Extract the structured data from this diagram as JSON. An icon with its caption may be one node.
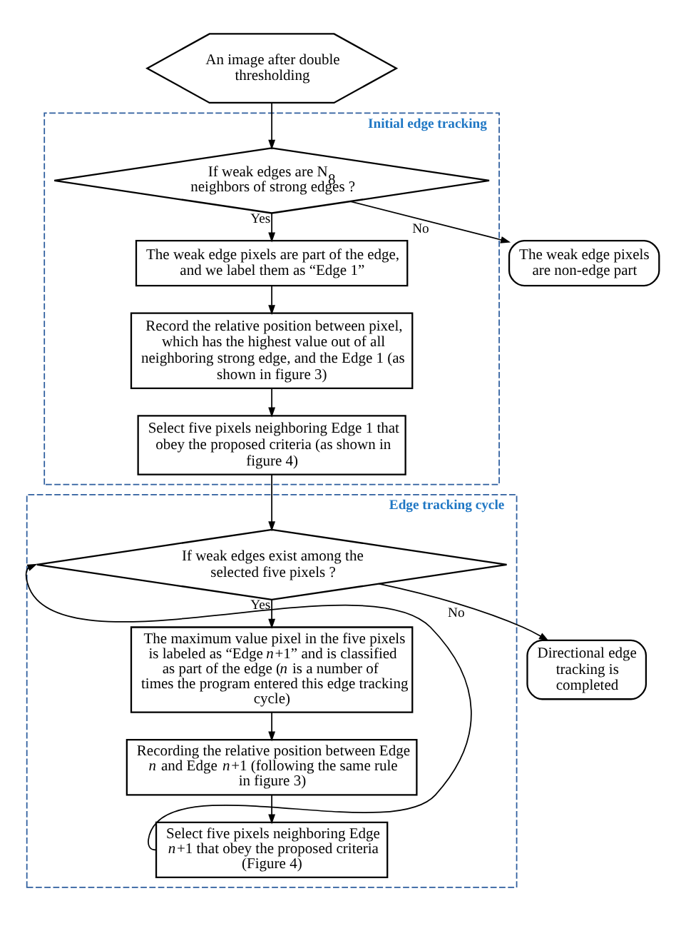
{
  "diagram": {
    "nodes": [
      {
        "text": [
          "An image after double thresholding"
        ]
      },
      {
        "text": [
          "Initial edge tracking"
        ]
      },
      {
        "text": [
          "If weak edges are N$_{8}$ neighbors of strong edges ?"
        ],
        "in": 1
      },
      {
        "text": [
          "The weak edge pixels are non-edge part"
        ]
      },
      {
        "text": [
          "The weak edge pixels are part of the edge, and we label them as “Edge 1”"
        ],
        "in": 1
      },
      {
        "text": [
          "Record the relative position between pixel, which has the highest value out of all neighboring strong edge, and the Edge 1 (as shown in figure 3)"
        ],
        "in": 1
      },
      {
        "text": [
          "Select five pixels neighboring Edge 1 that obey the proposed criteria (as shown in figure 4)"
        ],
        "in": 1
      },
      {
        "text": [
          "Edge tracking cycle"
        ]
      },
      {
        "text": [
          "If weak edges exist among the selected five pixels ?"
        ],
        "in": 7
      },
      {
        "text": [
          "Directional edge tracking is completed"
        ]
      },
      {
        "text": [
          "The maximum value pixel in the five pixels is labeled as “Edge *n*+1” and is classified as part of the edge (*n* is a number of  times the program entered this edge tracking cycle)"
        ],
        "in": 7
      },
      {
        "text": [
          "Recording the relative position between Edge *n* and Edge *n*+1 (following the same rule in figure 3)"
        ],
        "in": 7
      },
      {
        "text": [
          "Select five pixels neighboring Edge *n*+1 that obey the proposed criteria (Figure 4)"
        ],
        "in": 7
      }
    ],
    "edges": [
      {
        "from": 0,
        "to": 2,
        "arrow": "to"
      },
      {
        "from": 2,
        "to": 3,
        "arrow": "to",
        "label": "No"
      },
      {
        "from": 2,
        "to": 4,
        "arrow": "to",
        "label": "Yes"
      },
      {
        "from": 4,
        "to": 5,
        "arrow": "to"
      },
      {
        "from": 5,
        "to": 6,
        "arrow": "to"
      },
      {
        "from": 6,
        "to": 8,
        "arrow": "to"
      },
      {
        "from": 8,
        "to": 9,
        "arrow": "to",
        "label": "No"
      },
      {
        "from": 8,
        "to": 10,
        "arrow": "to",
        "label": "Yes"
      },
      {
        "from": 10,
        "to": 11,
        "arrow": "to"
      },
      {
        "from": 11,
        "to": 12,
        "arrow": "to"
      },
      {
        "from": 12,
        "to": 8,
        "arrow": "to"
      }
    ]
  }
}
